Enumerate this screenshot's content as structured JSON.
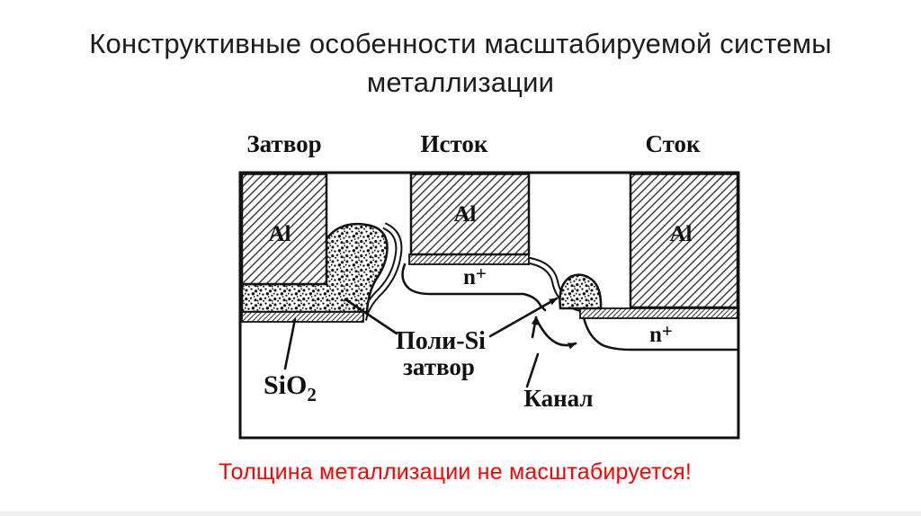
{
  "slide": {
    "title_line1": "Конструктивные особенности масштабируемой системы",
    "title_line2": "металлизации",
    "footnote": "Толщина металлизации не масштабируется!",
    "footnote_color": "#ff0000",
    "ink_color": "#111111",
    "background_color": "#ffffff"
  },
  "diagram": {
    "terminals": {
      "gate": "Затвор",
      "source": "Исток",
      "drain": "Сток"
    },
    "labels": {
      "al": "Al",
      "n_base": "n",
      "n_sup": "+",
      "poly_line1": "Поли-Si",
      "poly_line2": "затвор",
      "sio2_base": "SiO",
      "sio2_sub": "2",
      "channel": "Канал"
    }
  }
}
